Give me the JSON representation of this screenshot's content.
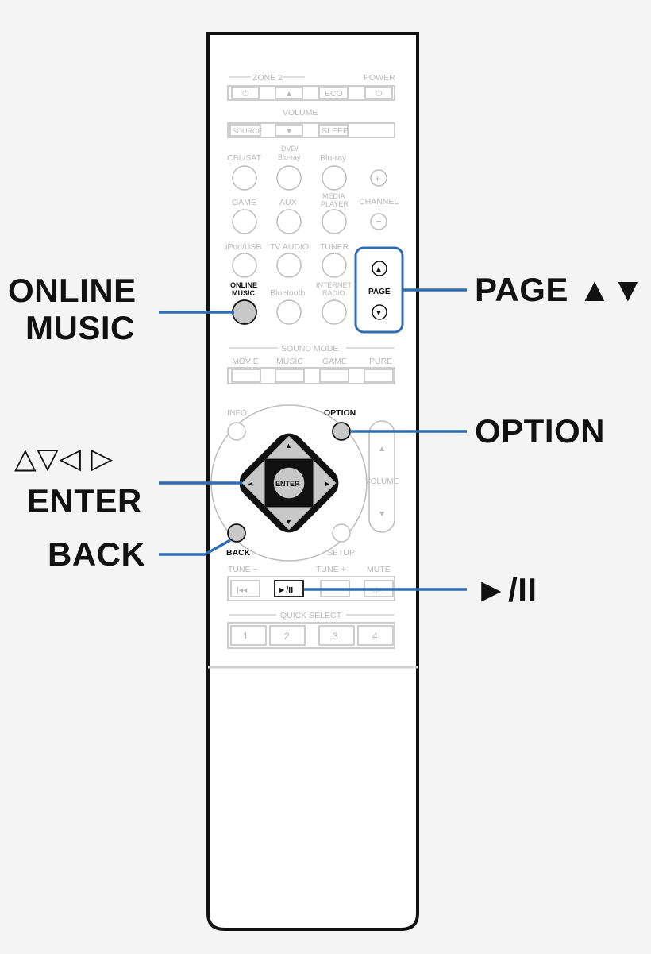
{
  "remote": {
    "zone2": "ZONE 2",
    "power": "POWER",
    "eco": "ECO",
    "volume": "VOLUME",
    "source": "SOURCE",
    "sleep": "SLEEP",
    "inputs": {
      "cbl_sat": "CBL/SAT",
      "dvd": "DVD/",
      "dvd2": "Blu-ray",
      "bluray": "Blu-ray",
      "game": "GAME",
      "aux": "AUX",
      "media": "MEDIA",
      "media2": "PLAYER",
      "channel": "CHANNEL",
      "ipod": "iPod/USB",
      "tvaudio": "TV AUDIO",
      "tuner": "TUNER",
      "online": "ONLINE",
      "online2": "MUSIC",
      "bluetooth": "Bluetooth",
      "internet": "INTERNET",
      "internet2": "RADIO"
    },
    "page": "PAGE",
    "sound_mode": "SOUND MODE",
    "modes": [
      "MOVIE",
      "MUSIC",
      "GAME",
      "PURE"
    ],
    "info": "INFO",
    "option": "OPTION",
    "enter": "ENTER",
    "volume_side": "VOLUME",
    "back": "BACK",
    "setup": "SETUP",
    "tune_minus": "TUNE −",
    "tune_plus": "TUNE +",
    "mute": "MUTE",
    "quick_select": "QUICK SELECT",
    "quick": [
      "1",
      "2",
      "3",
      "4"
    ]
  },
  "callouts": {
    "online_music_1": "ONLINE",
    "online_music_2": "MUSIC",
    "page": "PAGE ▲▼",
    "option": "OPTION",
    "arrows": "△▽◁ ▷",
    "enter": "ENTER",
    "back": "BACK",
    "play_pause": "►/II"
  },
  "colors": {
    "callout_line": "#2f6db0",
    "highlight_button": "#c8c8c8"
  }
}
